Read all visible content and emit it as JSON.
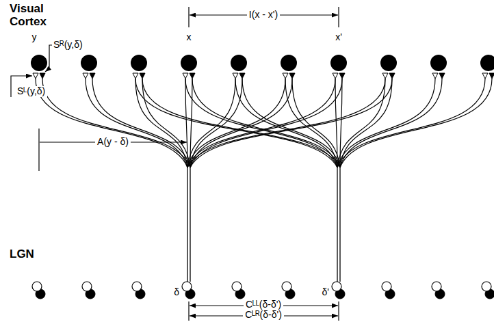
{
  "diagram": {
    "labels": [
      "Visual Cortex",
      "I(x - x')",
      "y",
      "x",
      "x'",
      "Sᴿ(y,δ)",
      "Sᴸ(y,δ)",
      "A(y - δ)",
      "LGN",
      "δ",
      "δ'",
      "Cᴸᴸ(δ-δ')",
      "Cᴸᴿ(δ-δ')"
    ]
  }
}
